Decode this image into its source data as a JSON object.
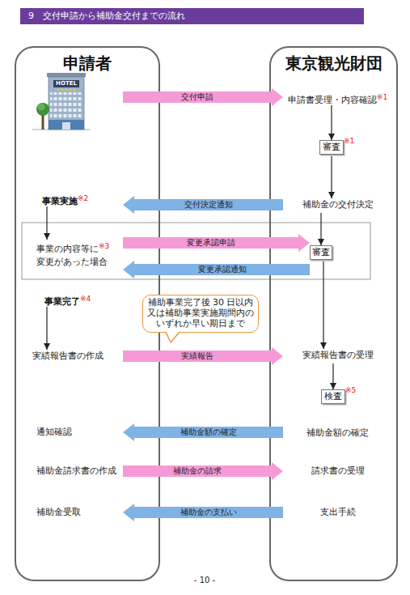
{
  "diagram": {
    "title": "9　交付申請から補助金交付までの流れ",
    "nodes": [
      {
        "text": [
          "申請者"
        ]
      },
      {
        "text": [
          "東京観光財団"
        ]
      },
      {
        "text": [
          "HOTEL"
        ],
        "in": 0
      },
      {
        "text": [
          "事業実施",
          "※2"
        ],
        "in": 0
      },
      {
        "text": [
          "事業の内容等に",
          "※3",
          "変更があった場合"
        ],
        "in": 0
      },
      {
        "text": [
          "事業完了",
          "※4"
        ],
        "in": 0
      },
      {
        "text": [
          "実績報告書の作成"
        ],
        "in": 0
      },
      {
        "text": [
          "通知確認"
        ],
        "in": 0
      },
      {
        "text": [
          "補助金請求書の作成"
        ],
        "in": 0
      },
      {
        "text": [
          "補助金受取"
        ],
        "in": 0
      },
      {
        "text": [
          "申請書受理・内容確認",
          "※1"
        ],
        "in": 1
      },
      {
        "text": [
          "審査",
          "※1"
        ],
        "in": 1
      },
      {
        "text": [
          "補助金の交付決定"
        ],
        "in": 1
      },
      {
        "text": [
          "審査"
        ],
        "in": 1
      },
      {
        "text": [
          "実績報告書の受理"
        ],
        "in": 1
      },
      {
        "text": [
          "検査",
          "※5"
        ],
        "in": 1
      },
      {
        "text": [
          "補助金額の確定"
        ],
        "in": 1
      },
      {
        "text": [
          "請求書の受理"
        ],
        "in": 1
      },
      {
        "text": [
          "支出手続"
        ],
        "in": 1
      },
      {
        "text": [
          "補助事業完了後 30 日以内 又は補助事業実施期間内の いずれか早い期日まで"
        ]
      }
    ],
    "edges": [
      {
        "from": 2,
        "to": 10,
        "label": "交付申請",
        "arrow": "to"
      },
      {
        "from": 10,
        "to": 11,
        "arrow": "to"
      },
      {
        "from": 11,
        "to": 12,
        "arrow": "to"
      },
      {
        "from": 12,
        "to": 3,
        "label": "交付決定通知",
        "arrow": "to"
      },
      {
        "from": 3,
        "to": 4,
        "arrow": "to"
      },
      {
        "from": 12,
        "to": 13,
        "arrow": "to"
      },
      {
        "from": 4,
        "to": 13,
        "label": "変更承認申請",
        "arrow": "to"
      },
      {
        "from": 13,
        "to": 4,
        "label": "変更承認通知",
        "arrow": "to"
      },
      {
        "from": 13,
        "to": 14,
        "arrow": "to"
      },
      {
        "from": 5,
        "to": 6,
        "arrow": "to"
      },
      {
        "from": 6,
        "to": 14,
        "label": "実績報告",
        "arrow": "to"
      },
      {
        "from": 14,
        "to": 15,
        "arrow": "to"
      },
      {
        "from": 16,
        "to": 7,
        "label": "補助金額の確定",
        "arrow": "to"
      },
      {
        "from": 8,
        "to": 17,
        "label": "補助金の請求",
        "arrow": "to"
      },
      {
        "from": 18,
        "to": 9,
        "label": "補助金の支払い",
        "arrow": "to"
      }
    ],
    "labels": [
      "- 10 -"
    ]
  }
}
